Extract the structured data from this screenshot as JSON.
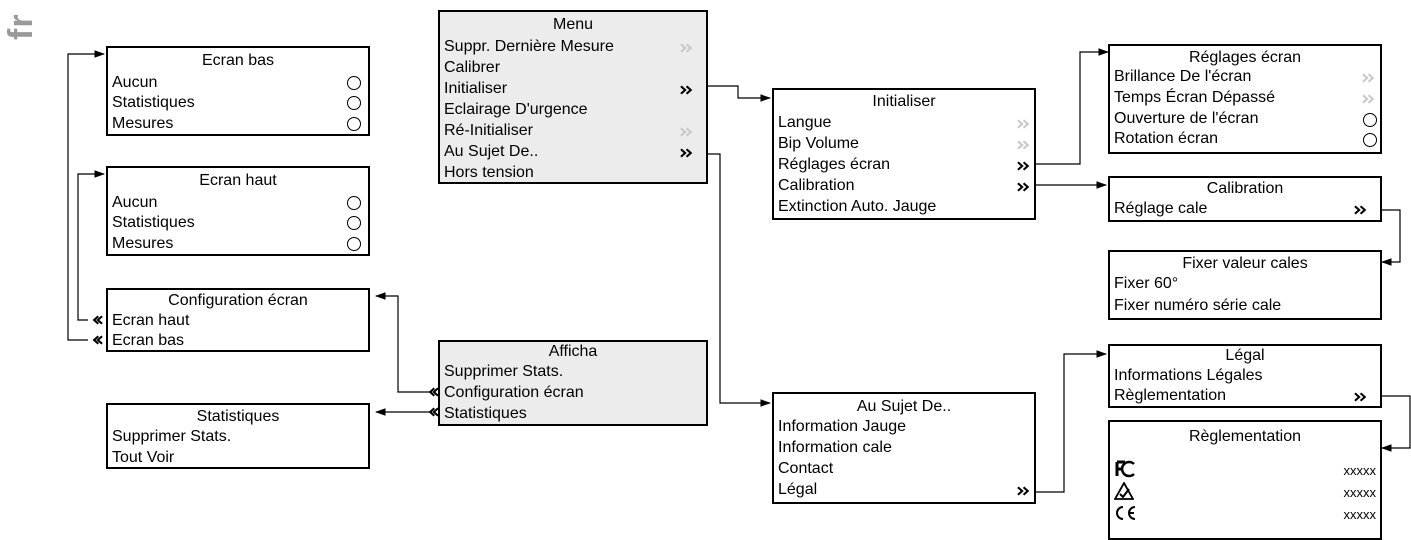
{
  "language_tag": "fr",
  "icons": {
    "submenu": "chevron-double-right-icon",
    "submenu_disabled": "chevron-double-right-icon-gray",
    "back": "chevron-double-left-icon",
    "option": "radio-circle-icon",
    "fcc": "fcc-logo-icon",
    "rcm": "rcm-mark-icon",
    "ce": "ce-mark-icon"
  },
  "boxes": {
    "menu": {
      "title": "Menu",
      "items": [
        "Suppr. Dernière Mesure",
        "Calibrer",
        "Initialiser",
        "Eclairage D'urgence",
        "Ré-Initialiser",
        "Au Sujet De..",
        "Hors tension"
      ]
    },
    "ecran_bas": {
      "title": "Ecran bas",
      "items": [
        "Aucun",
        "Statistiques",
        "Mesures"
      ]
    },
    "ecran_haut": {
      "title": "Ecran haut",
      "items": [
        "Aucun",
        "Statistiques",
        "Mesures"
      ]
    },
    "config_ecran": {
      "title": "Configuration écran",
      "items": [
        "Ecran haut",
        "Ecran bas"
      ]
    },
    "statistiques": {
      "title": "Statistiques",
      "items": [
        "Supprimer Stats.",
        "Tout Voir"
      ]
    },
    "affichage": {
      "title": "Afficha",
      "items": [
        "Supprimer Stats.",
        "Configuration écran",
        "Statistiques"
      ]
    },
    "initialiser": {
      "title": "Initialiser",
      "items": [
        "Langue",
        "Bip Volume",
        "Réglages écran",
        "Calibration",
        "Extinction Auto. Jauge"
      ]
    },
    "au_sujet": {
      "title": "Au Sujet De..",
      "items": [
        "Information Jauge",
        "Information cale",
        "Contact",
        "Légal"
      ]
    },
    "reglages_ecran": {
      "title": "Réglages écran",
      "items": [
        "Brillance De l'écran",
        "Temps Écran Dépassé",
        "Ouverture de l'écran",
        "Rotation écran"
      ]
    },
    "calibration": {
      "title": "Calibration",
      "items": [
        "Réglage cale"
      ]
    },
    "fixer": {
      "title": "Fixer valeur cales",
      "items": [
        "Fixer 60°",
        "Fixer numéro série cale"
      ]
    },
    "legal": {
      "title": "Légal",
      "items": [
        "Informations Légales",
        "Règlementation"
      ]
    },
    "reglementation": {
      "title": "Règlementation",
      "values": [
        "xxxxx",
        "xxxxx",
        "xxxxx"
      ]
    }
  },
  "colors": {
    "line": "#000000",
    "gray_box": "#ececec",
    "disabled": "#c8c8c8",
    "lang_tag": "#9a9a9a"
  }
}
